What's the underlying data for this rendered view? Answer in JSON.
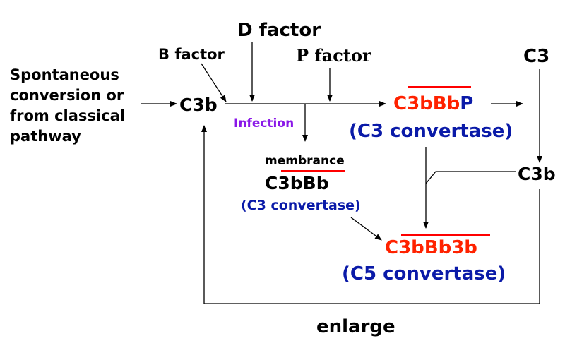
{
  "colors": {
    "text": "#000000",
    "red": "#ff2200",
    "blue": "#0a1aa8",
    "purple": "#8a17e8",
    "overline": "#ff0000",
    "line": "#000000"
  },
  "labels": {
    "spontaneous": "Spontaneous\nconversion or\nfrom classical\npathway",
    "c3b_left": "C3b",
    "b_factor": "B factor",
    "d_factor": "D factor",
    "p_factor": "P factor",
    "infection": "Infection",
    "c3bbbp_red": "C3bBb",
    "c3bbbp_p": "P",
    "c3_convertase_top": "(C3 convertase)",
    "c3_right": "C3",
    "c3b_right": "C3b",
    "membrance": "membrance",
    "c3bbb_mem": "C3bBb",
    "c3_convertase_mem": "(C3 convertase)",
    "c3bbb3b": "C3bBb3b",
    "c5_convertase": "(C5 convertase)",
    "enlarge": "enlarge"
  }
}
